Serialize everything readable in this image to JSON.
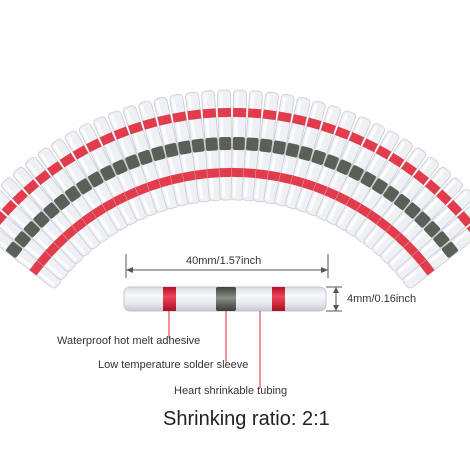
{
  "product": {
    "tube_count": 38,
    "colors": {
      "tube_body": "#eef0f4",
      "tube_edge": "#c9ccd4",
      "adhesive_ring": "#e0283a",
      "solder_sleeve": "#5a5f58",
      "leader_line": "#e0283a"
    }
  },
  "dimensions": {
    "length": "40mm/1.57inch",
    "diameter": "4mm/0.16inch"
  },
  "callouts": {
    "adhesive": "Waterproof hot melt adhesive",
    "solder": "Low temperature solder sleeve",
    "tubing": "Heart shrinkable tubing"
  },
  "ratio_text": "Shrinking ratio: 2:1"
}
